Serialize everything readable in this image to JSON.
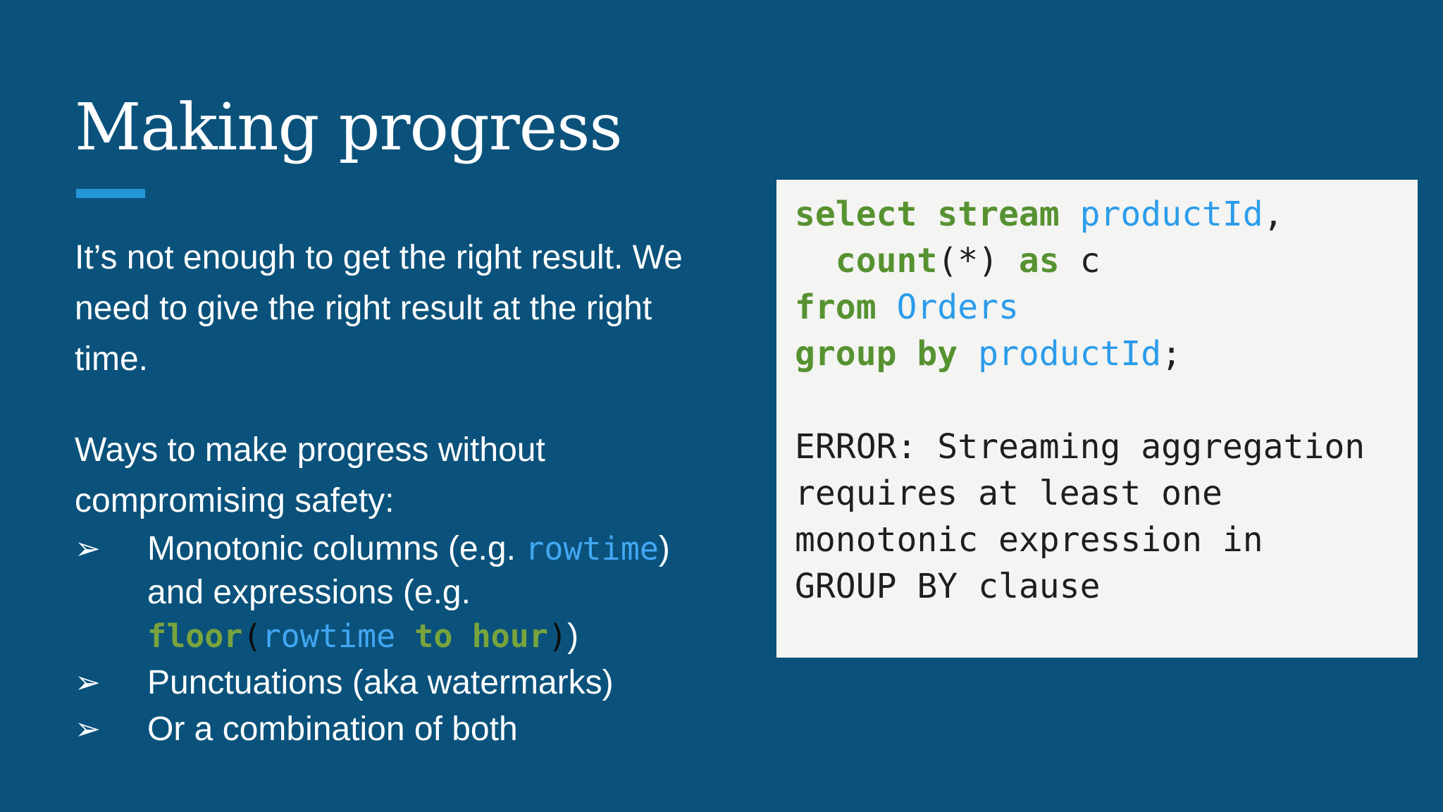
{
  "slide": {
    "title": "Making progress",
    "intro_text": "It’s not enough to get the right result. We\nneed to give the right result at the right\ntime.",
    "ways_text": "Ways to make progress without\ncompromising safety:",
    "bullet_marker": "➢",
    "bullets": [
      {
        "segments": [
          {
            "t": "Monotonic columns (e.g. ",
            "c": "prose"
          },
          {
            "t": "rowtime",
            "c": "code-blue"
          },
          {
            "t": ")",
            "c": "prose"
          },
          {
            "br": true
          },
          {
            "t": "and expressions (e.g.",
            "c": "prose"
          },
          {
            "br": true
          },
          {
            "t": "floor",
            "c": "code-green"
          },
          {
            "t": "(",
            "c": "code-black"
          },
          {
            "t": "rowtime",
            "c": "code-blue"
          },
          {
            "t": " to hour",
            "c": "code-green"
          },
          {
            "t": ")",
            "c": "code-black"
          },
          {
            "t": ")",
            "c": "prose"
          }
        ]
      },
      {
        "segments": [
          {
            "t": "Punctuations (aka watermarks)",
            "c": "prose"
          }
        ]
      },
      {
        "segments": [
          {
            "t": "Or a combination of both",
            "c": "prose"
          }
        ]
      }
    ],
    "code_panel": {
      "lines": [
        [
          {
            "t": "select",
            "c": "kw"
          },
          {
            "t": " ",
            "c": "pu"
          },
          {
            "t": "stream",
            "c": "kw"
          },
          {
            "t": " ",
            "c": "pu"
          },
          {
            "t": "productId",
            "c": "id"
          },
          {
            "t": ",",
            "c": "pu"
          }
        ],
        [
          {
            "t": "  ",
            "c": "pu"
          },
          {
            "t": "count",
            "c": "kw"
          },
          {
            "t": "(*)",
            "c": "pu"
          },
          {
            "t": " ",
            "c": "pu"
          },
          {
            "t": "as",
            "c": "kw"
          },
          {
            "t": " c",
            "c": "pu"
          }
        ],
        [
          {
            "t": "from",
            "c": "kw"
          },
          {
            "t": " ",
            "c": "pu"
          },
          {
            "t": "Orders",
            "c": "id"
          }
        ],
        [
          {
            "t": "group by",
            "c": "kw"
          },
          {
            "t": " ",
            "c": "pu"
          },
          {
            "t": "productId",
            "c": "id"
          },
          {
            "t": ";",
            "c": "pu"
          }
        ],
        [],
        [
          {
            "t": "ERROR: Streaming aggregation",
            "c": "err"
          }
        ],
        [
          {
            "t": "requires at least one",
            "c": "err"
          }
        ],
        [
          {
            "t": "monotonic expression in",
            "c": "err"
          }
        ],
        [
          {
            "t": "GROUP BY clause",
            "c": "err"
          }
        ]
      ]
    },
    "colors": {
      "background": "#0a527b",
      "accent": "#2397d8",
      "text_white": "#ffffff",
      "panel_bg": "#f4f4f2",
      "keyword_green": "#579231",
      "identifier_blue": "#2b9ceb",
      "punctuation": "#202020",
      "error_text": "#1e1e1e",
      "inline_green": "#79a43d",
      "inline_blue": "#43a7f2",
      "inline_black": "#0d0d0d"
    }
  }
}
